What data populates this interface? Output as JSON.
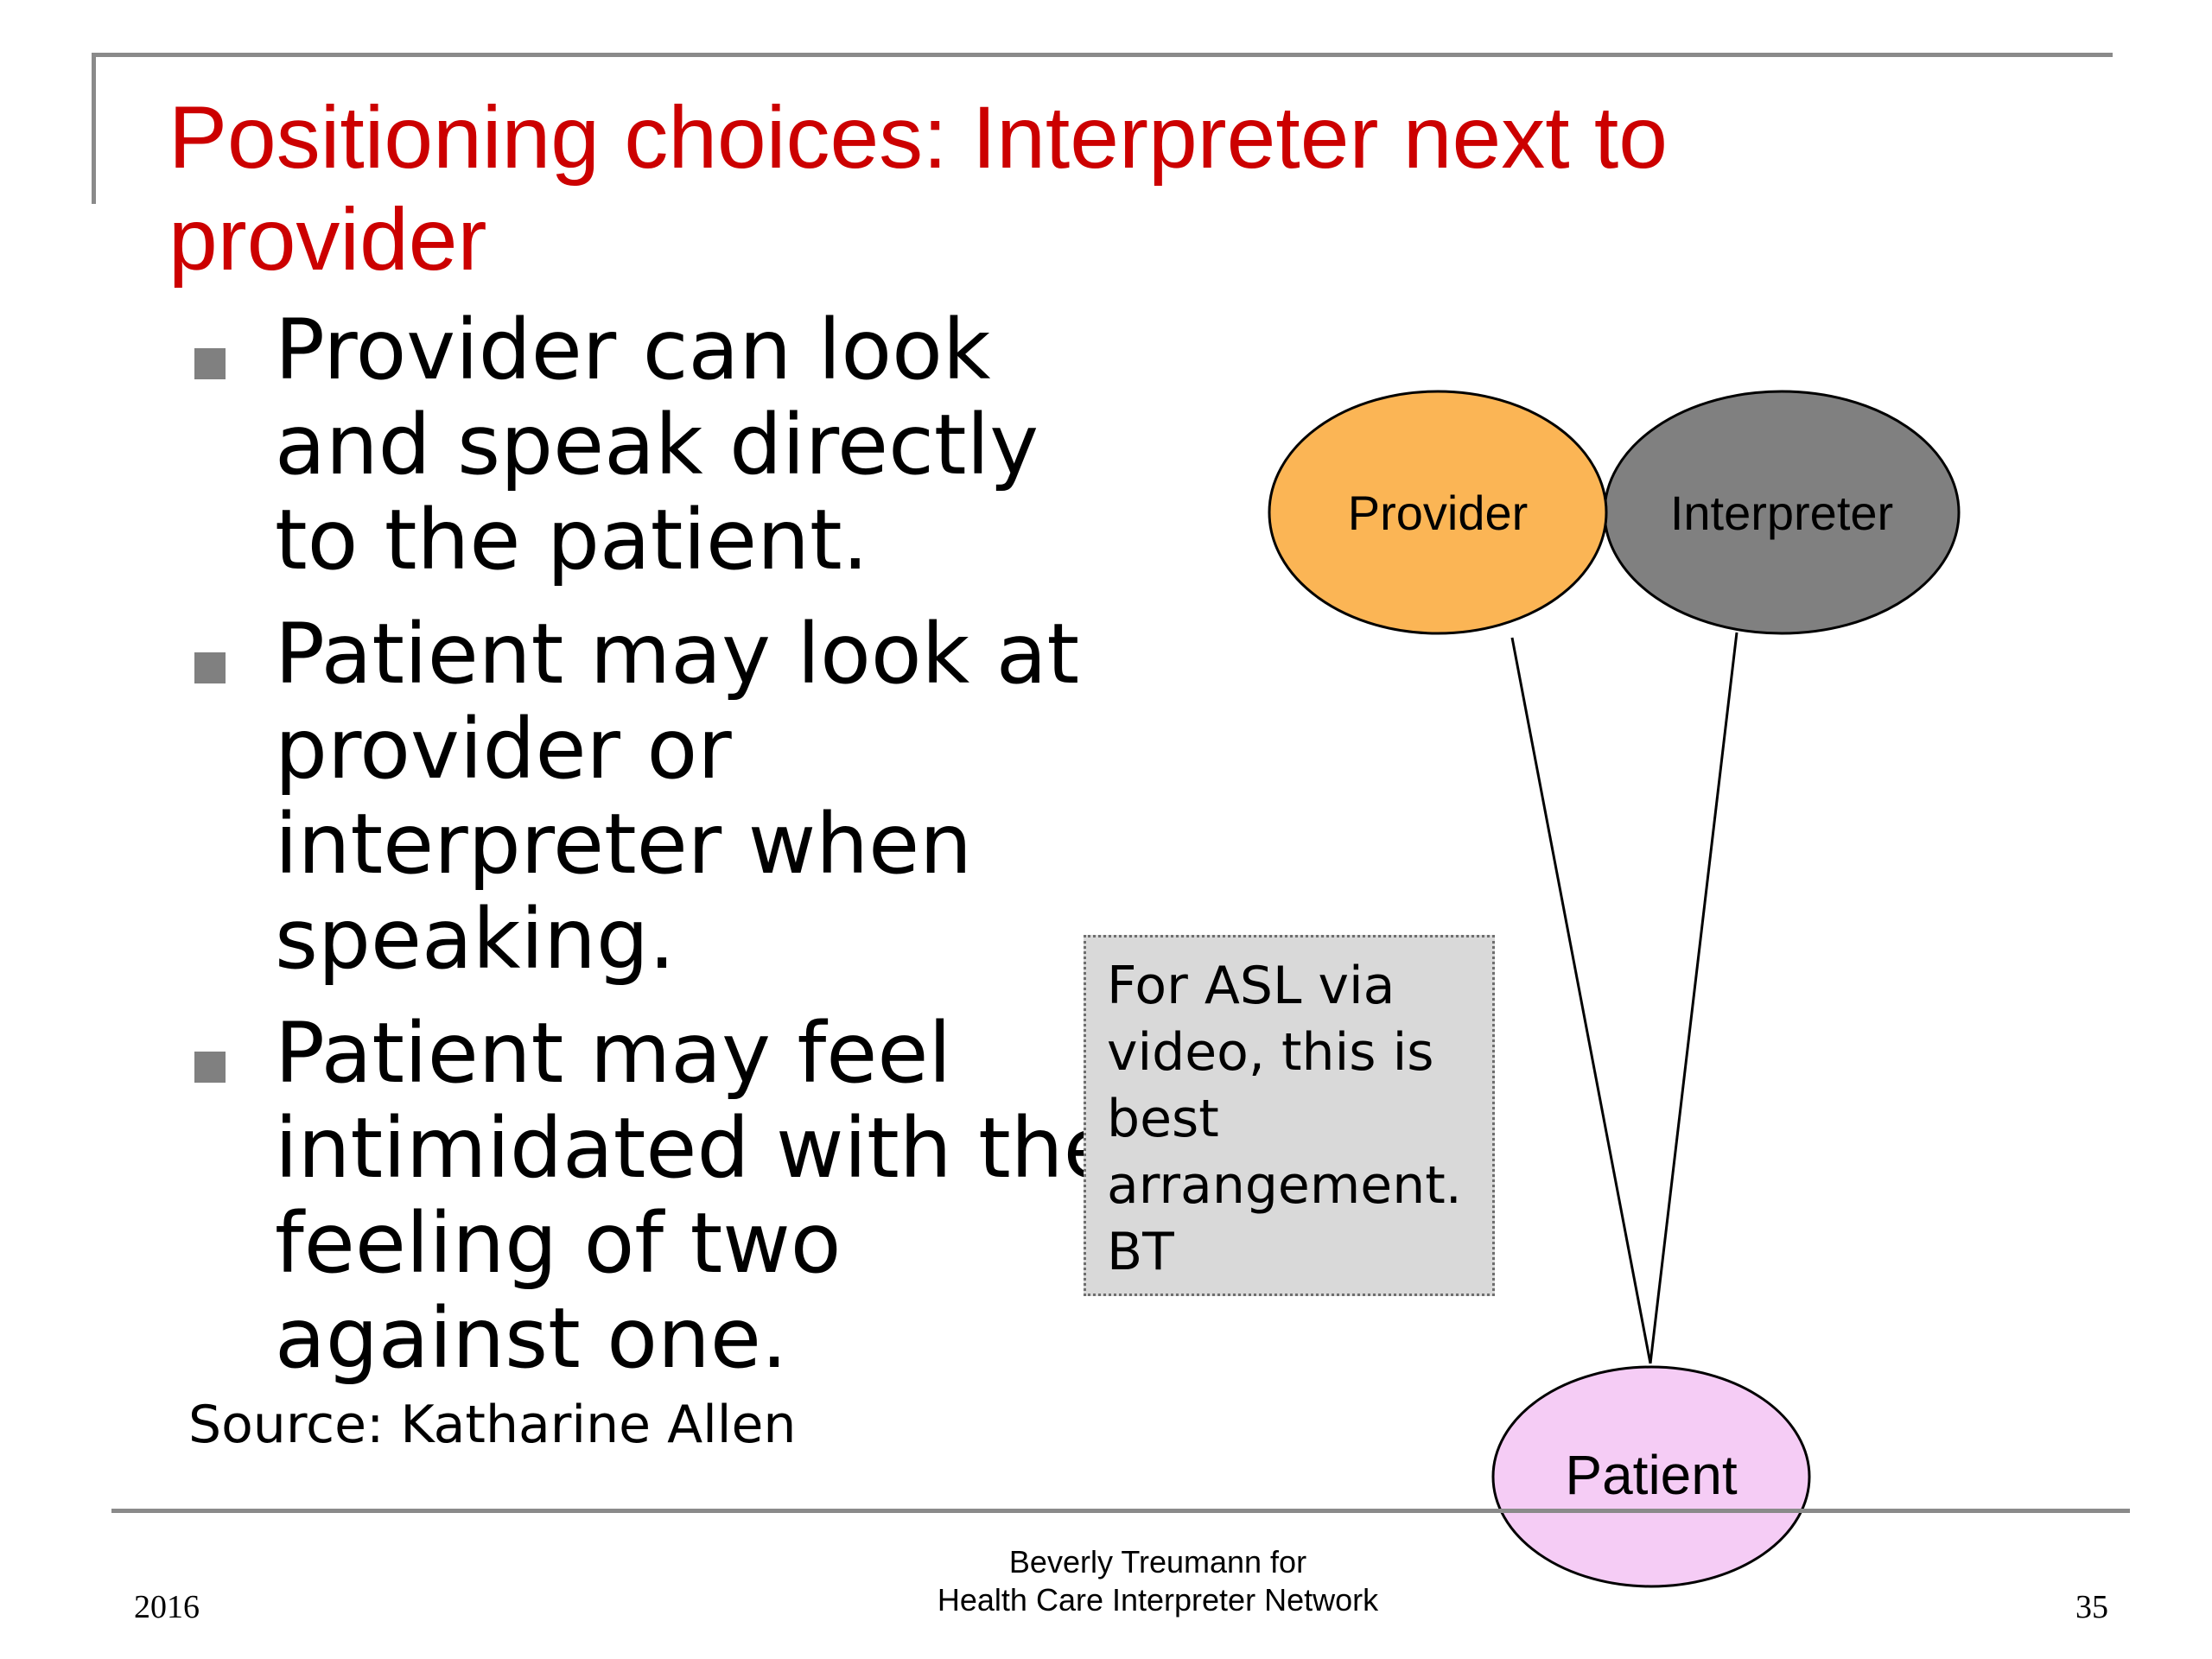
{
  "slide": {
    "title": "Positioning choices: Interpreter next to provider",
    "bullets": [
      "Provider can look and speak directly to the patient.",
      "Patient may look at provider or interpreter when speaking.",
      "Patient may feel intimidated with the feeling of two against one."
    ],
    "source": "Source: Katharine Allen",
    "note": "For ASL via\nvideo, this is\nbest\narrangement.\nBT"
  },
  "diagram": {
    "nodes": [
      {
        "id": "provider",
        "label": "Provider",
        "fill": "#fbb555"
      },
      {
        "id": "interpreter",
        "label": "Interpreter",
        "fill": "#808080"
      },
      {
        "id": "patient",
        "label": "Patient",
        "fill": "#f5ccf5"
      }
    ],
    "edges": [
      {
        "from": "provider",
        "to": "patient"
      },
      {
        "from": "interpreter",
        "to": "patient"
      }
    ]
  },
  "footer": {
    "year": "2016",
    "credit_line1": "Beverly Treumann for",
    "credit_line2": "Health Care Interpreter Network",
    "page": "35"
  },
  "colors": {
    "title": "#cc0000",
    "rule": "#8a8a8a",
    "bullet_marker": "#808080",
    "note_fill": "#d9d9d9"
  }
}
